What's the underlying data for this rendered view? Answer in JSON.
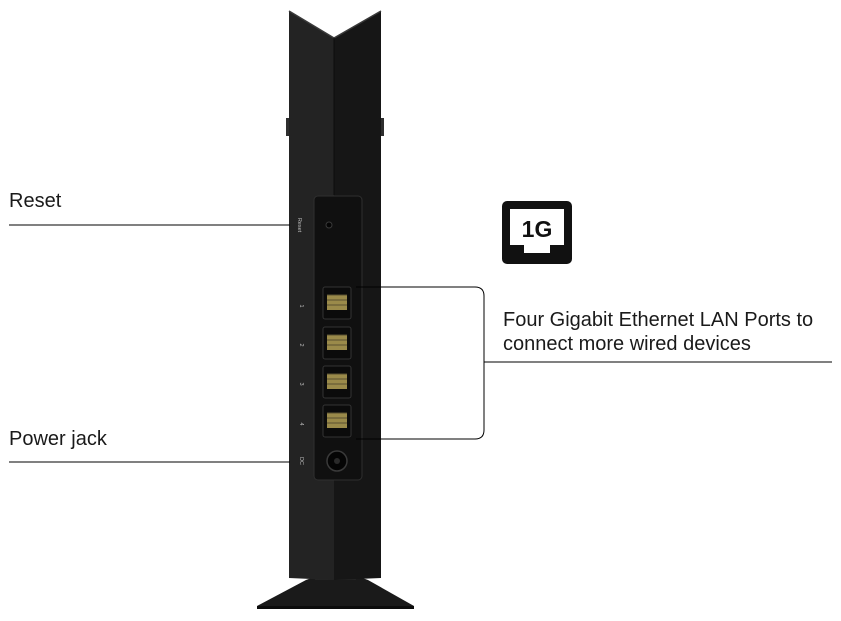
{
  "callouts": {
    "reset": "Reset",
    "power_jack": "Power jack",
    "lan_ports_line1": "Four Gigabit Ethernet LAN Ports to",
    "lan_ports_line2": "connect more wired devices"
  },
  "device_labels": {
    "reset_text": "Reset",
    "port_numbers": [
      "1",
      "2",
      "3",
      "4"
    ],
    "dc_text": "DC"
  },
  "badge": {
    "text": "1G",
    "icon": "ethernet-port-icon"
  },
  "colors": {
    "device_dark": "#1c1c1c",
    "device_mid": "#2b2b2b",
    "panel": "#111111",
    "line": "#000000"
  }
}
